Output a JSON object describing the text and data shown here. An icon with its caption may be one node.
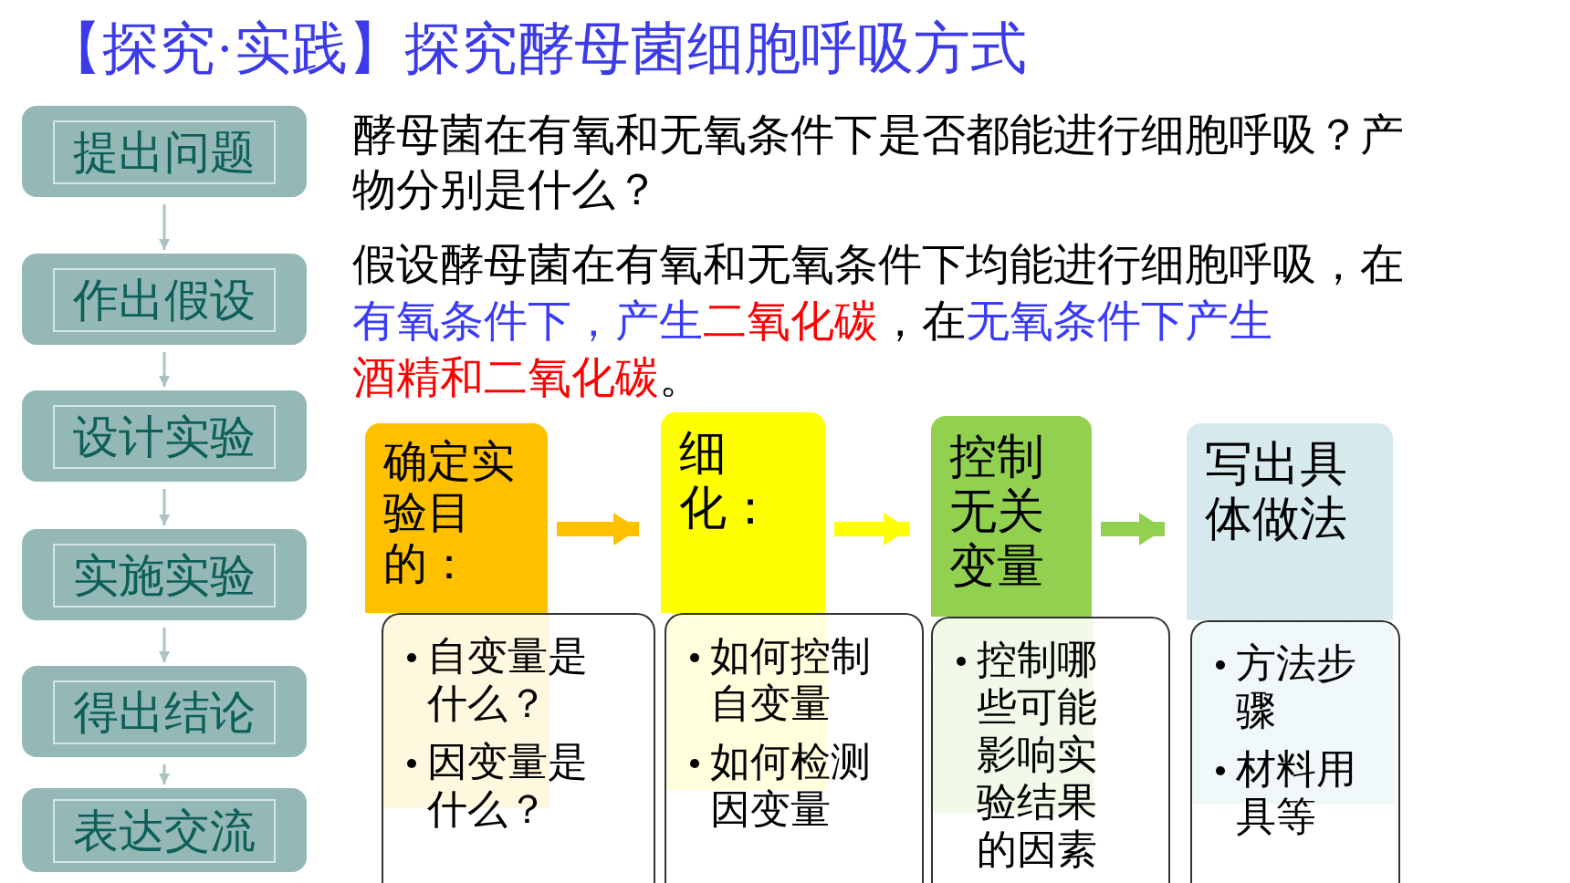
{
  "diagram": {
    "title": "【探究·实践】探究酵母菌细胞呼吸方式",
    "nodes": [
      {
        "text": [
          "提出问题"
        ]
      },
      {
        "text": [
          "作出假设"
        ]
      },
      {
        "text": [
          "设计实验"
        ]
      },
      {
        "text": [
          "实施实验"
        ]
      },
      {
        "text": [
          "得出结论"
        ]
      },
      {
        "text": [
          "表达交流"
        ]
      },
      {
        "text": [
          "确定实验目的："
        ]
      },
      {
        "text": [
          "细化："
        ]
      },
      {
        "text": [
          "控制无关变量"
        ]
      },
      {
        "text": [
          "写出具体做法"
        ]
      },
      {
        "text": [
          "自变量是什么？",
          "因变量是什么？"
        ]
      },
      {
        "text": [
          "如何控制自变量",
          "如何检测因变量"
        ]
      },
      {
        "text": [
          "控制哪些可能影响实验结果的因素"
        ]
      },
      {
        "text": [
          "方法步骤",
          "材料用具等"
        ]
      }
    ],
    "edges": [
      {
        "from": 0,
        "to": 1,
        "arrow": "to"
      },
      {
        "from": 1,
        "to": 2,
        "arrow": "to"
      },
      {
        "from": 2,
        "to": 3,
        "arrow": "to"
      },
      {
        "from": 3,
        "to": 4,
        "arrow": "to"
      },
      {
        "from": 4,
        "to": 5,
        "arrow": "to"
      },
      {
        "from": 6,
        "to": 7,
        "arrow": "to",
        "style": "thick",
        "color": "#ffc000"
      },
      {
        "from": 7,
        "to": 8,
        "arrow": "to",
        "style": "thick",
        "color": "#ffff00"
      },
      {
        "from": 8,
        "to": 9,
        "arrow": "to",
        "style": "thick",
        "color": "#92d050"
      }
    ],
    "labels": [
      "酵母菌在有氧和无氧条件下是否都能进行细胞呼吸？产物分别是什么？",
      "假设酵母菌在有氧和无氧条件下均能进行细胞呼吸，在",
      "有氧条件下，产生",
      "二氧化碳",
      "，在",
      "无氧条件下产生",
      "酒精和二氧化碳",
      "。"
    ]
  }
}
